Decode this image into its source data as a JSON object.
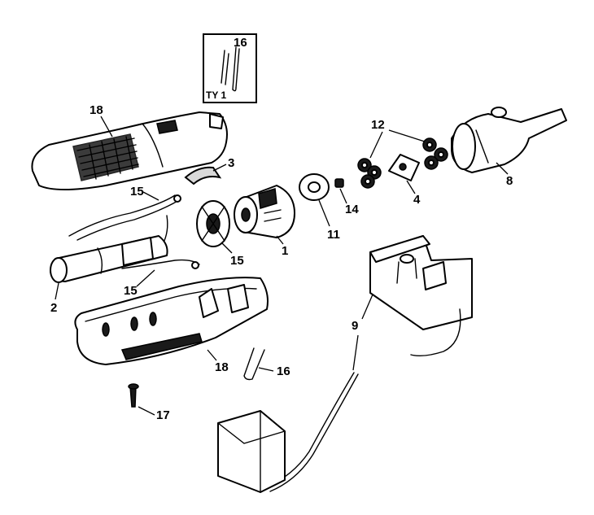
{
  "callouts": {
    "c16_box": "16",
    "box_label": "TY 1",
    "c18_top": "18",
    "c3": "3",
    "c12": "12",
    "c8": "8",
    "c4": "4",
    "c14": "14",
    "c11": "11",
    "c1": "1",
    "c15_a": "15",
    "c15_b": "15",
    "c15_c": "15",
    "c2": "2",
    "c9": "9",
    "c18_bottom": "18",
    "c16": "16",
    "c17": "17"
  }
}
